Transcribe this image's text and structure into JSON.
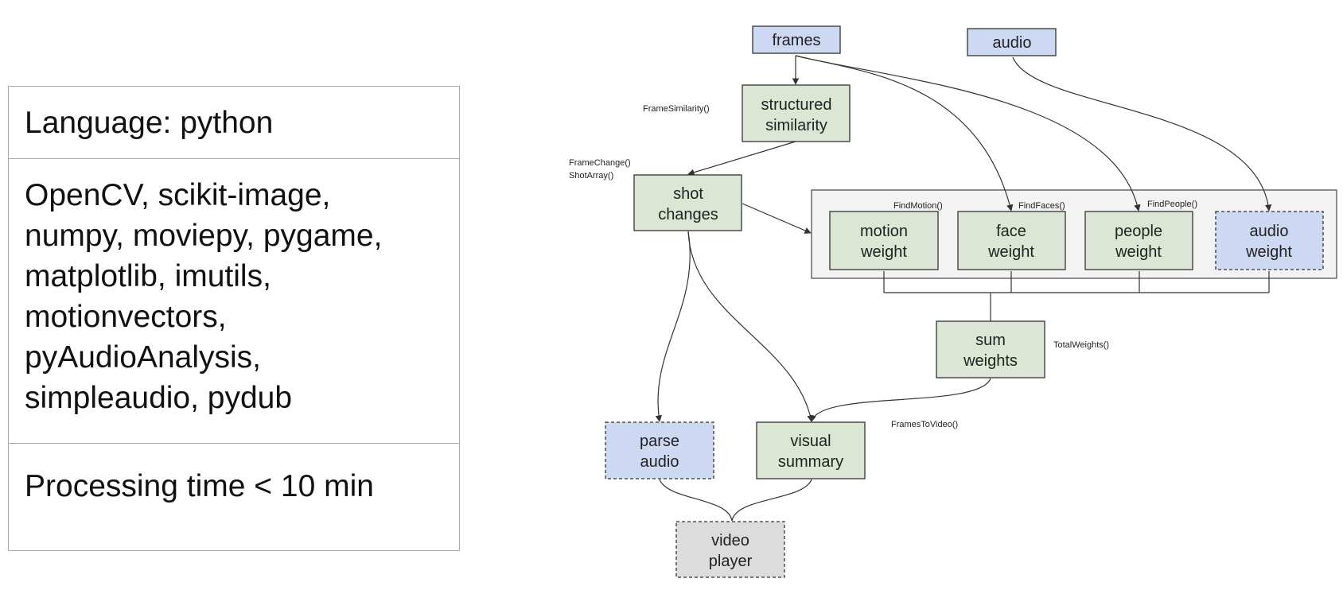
{
  "info_table": {
    "language": "Language: python",
    "libraries": [
      "OpenCV, scikit-image,",
      "numpy, moviepy, pygame,",
      "matplotlib, imutils,",
      "motionvectors,",
      "pyAudioAnalysis,",
      "simpleaudio, pydub"
    ],
    "processing_time": "Processing time < 10 min"
  },
  "colors": {
    "green_node": "#dbe6d4",
    "blue_node": "#cdd9f3",
    "gray_node": "#dcdcdc",
    "group_fill": "#f3f3f3"
  },
  "nodes": {
    "frames": [
      "frames"
    ],
    "audio": [
      "audio"
    ],
    "structured_similarity": [
      "structured",
      "similarity"
    ],
    "shot_changes": [
      "shot",
      "changes"
    ],
    "motion_weight": [
      "motion",
      "weight"
    ],
    "face_weight": [
      "face",
      "weight"
    ],
    "people_weight": [
      "people",
      "weight"
    ],
    "audio_weight": [
      "audio",
      "weight"
    ],
    "sum_weights": [
      "sum",
      "weights"
    ],
    "parse_audio": [
      "parse",
      "audio"
    ],
    "visual_summary": [
      "visual",
      "summary"
    ],
    "video_player": [
      "video",
      "player"
    ]
  },
  "function_labels": {
    "frame_similarity": "FrameSimilarity()",
    "frame_change": "FrameChange()",
    "shot_array": "ShotArray()",
    "find_motion": "FindMotion()",
    "find_faces": "FindFaces()",
    "find_people": "FindPeople()",
    "total_weights": "TotalWeights()",
    "frames_to_video": "FramesToVideo()"
  }
}
